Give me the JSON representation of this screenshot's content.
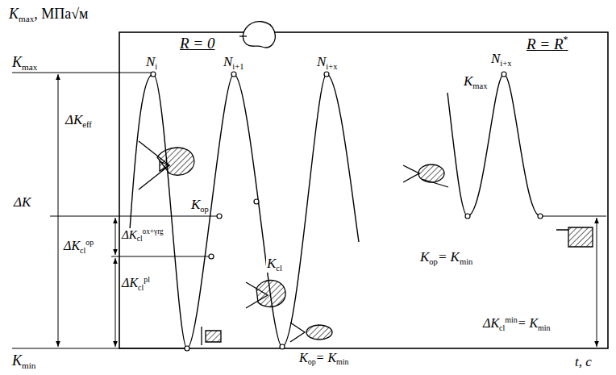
{
  "diagram": {
    "labels": [
      "K",
      "max",
      ", МПа√м",
      "R = 0",
      "R = R",
      "*",
      "N",
      "i",
      "N",
      "i+1",
      "N",
      "i+x",
      "N",
      "i+x",
      "K",
      "max",
      "K",
      "max",
      "ΔK",
      "eff",
      "ΔK",
      "K",
      "op",
      "ΔK",
      "cl",
      "ox+γrg",
      "K",
      "cl",
      "ΔK",
      "cl",
      "op",
      "ΔK",
      "cl",
      "pl",
      "K",
      "op",
      "= K",
      "min",
      "K",
      "op",
      "= K",
      "min",
      "ΔK",
      "cl",
      "min",
      "= K",
      "min",
      "K",
      "min",
      "t, c"
    ]
  }
}
